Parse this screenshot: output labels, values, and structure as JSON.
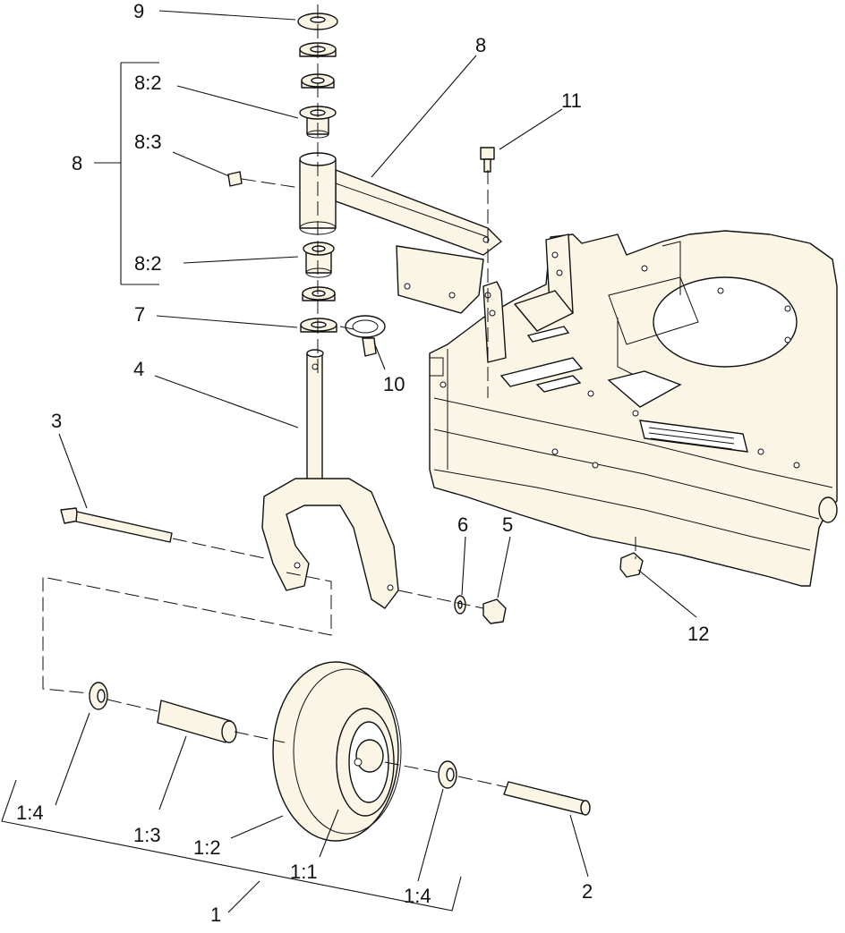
{
  "callouts": {
    "c9": "9",
    "c8_top": "8",
    "c8_2_top": "8:2",
    "c8_3": "8:3",
    "c8_left": "8",
    "c8_2_bottom": "8:2",
    "c7": "7",
    "c4": "4",
    "c10": "10",
    "c11": "11",
    "c3": "3",
    "c6": "6",
    "c5": "5",
    "c12": "12",
    "c1_4_left": "1:4",
    "c1_3": "1:3",
    "c1_2": "1:2",
    "c1_1": "1:1",
    "c1_4_right": "1:4",
    "c2": "2",
    "c1": "1"
  },
  "colors": {
    "part_fill": "#fbf5e6",
    "line": "#111111",
    "background": "#ffffff"
  }
}
